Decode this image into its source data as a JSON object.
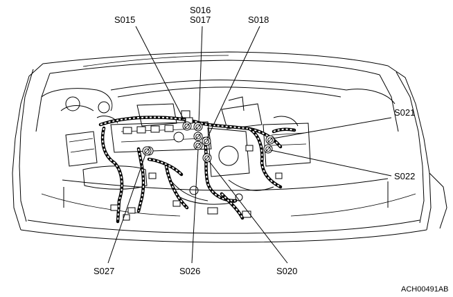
{
  "labels": {
    "s015": "S015",
    "s016": "S016",
    "s017": "S017",
    "s018": "S018",
    "s021": "S021",
    "s022": "S022",
    "s027": "S027",
    "s026": "S026",
    "s020": "S020"
  },
  "figure_code": "ACH00491AB",
  "marker_glyph": "Ø"
}
